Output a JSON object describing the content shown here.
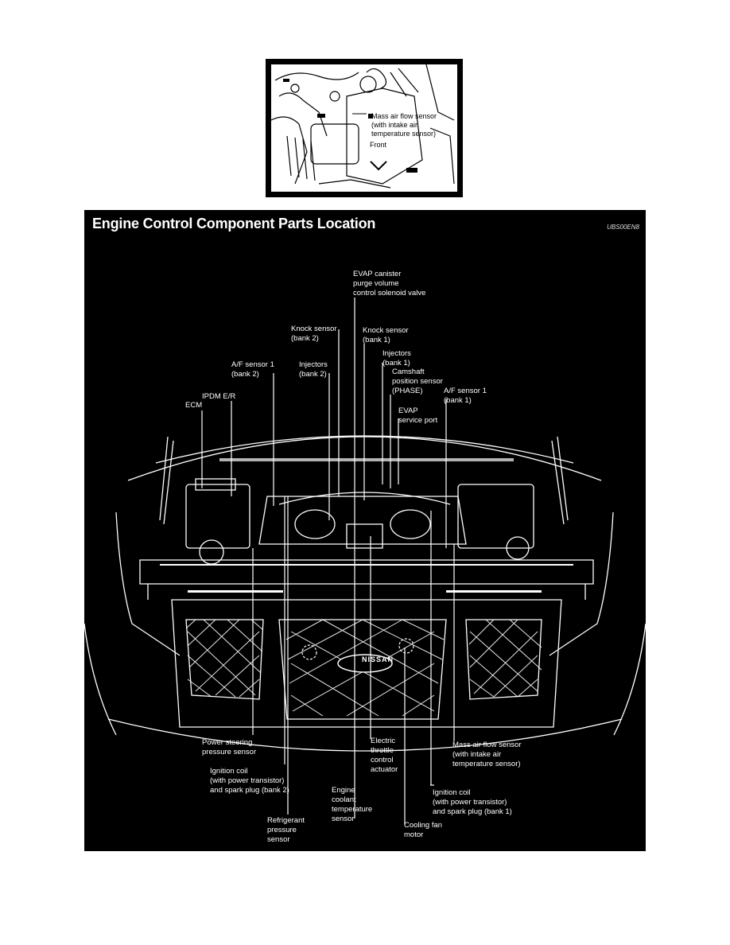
{
  "inset": {
    "label_sensor": "Mass air flow sensor\n(with intake air\ntemperature sensor)",
    "label_front": "Front"
  },
  "main": {
    "title": "Engine Control Component Parts Location",
    "figure_code": "UBS00EN8",
    "brand_badge": "NISSAN",
    "callouts": {
      "evap_canister": "EVAP canister\npurge volume\ncontrol solenoid valve",
      "knock_sensor_bank2": "Knock sensor\n(bank 2)",
      "knock_sensor_bank1": "Knock sensor\n(bank 1)",
      "injectors_bank1": "Injectors\n(bank 1)",
      "af_sensor_bank2": "A/F sensor 1\n(bank 2)",
      "injectors_bank2": "Injectors\n(bank 2)",
      "camshaft_sensor": "Camshaft\nposition sensor\n(PHASE)",
      "af_sensor_bank1": "A/F sensor 1\n(bank 1)",
      "ipdm": "IPDM E/R",
      "ecm": "ECM",
      "evap_service_port": "EVAP\nservice port",
      "power_steering": "Power steering\npressure sensor",
      "electric_throttle": "Electric\nthrottle\ncontrol\nactuator",
      "maf_sensor": "Mass air flow sensor\n(with intake air\ntemperature sensor)",
      "ignition_coil_bank2": "Ignition coil\n(with power transistor)\nand spark plug (bank 2)",
      "engine_coolant": "Engine\ncoolant\ntemperature\nsensor",
      "ignition_coil_bank1": "Ignition coil\n(with power transistor)\nand spark plug (bank 1)",
      "refrigerant": "Refrigerant\npressure\nsensor",
      "cooling_fan": "Cooling fan\nmotor"
    }
  }
}
